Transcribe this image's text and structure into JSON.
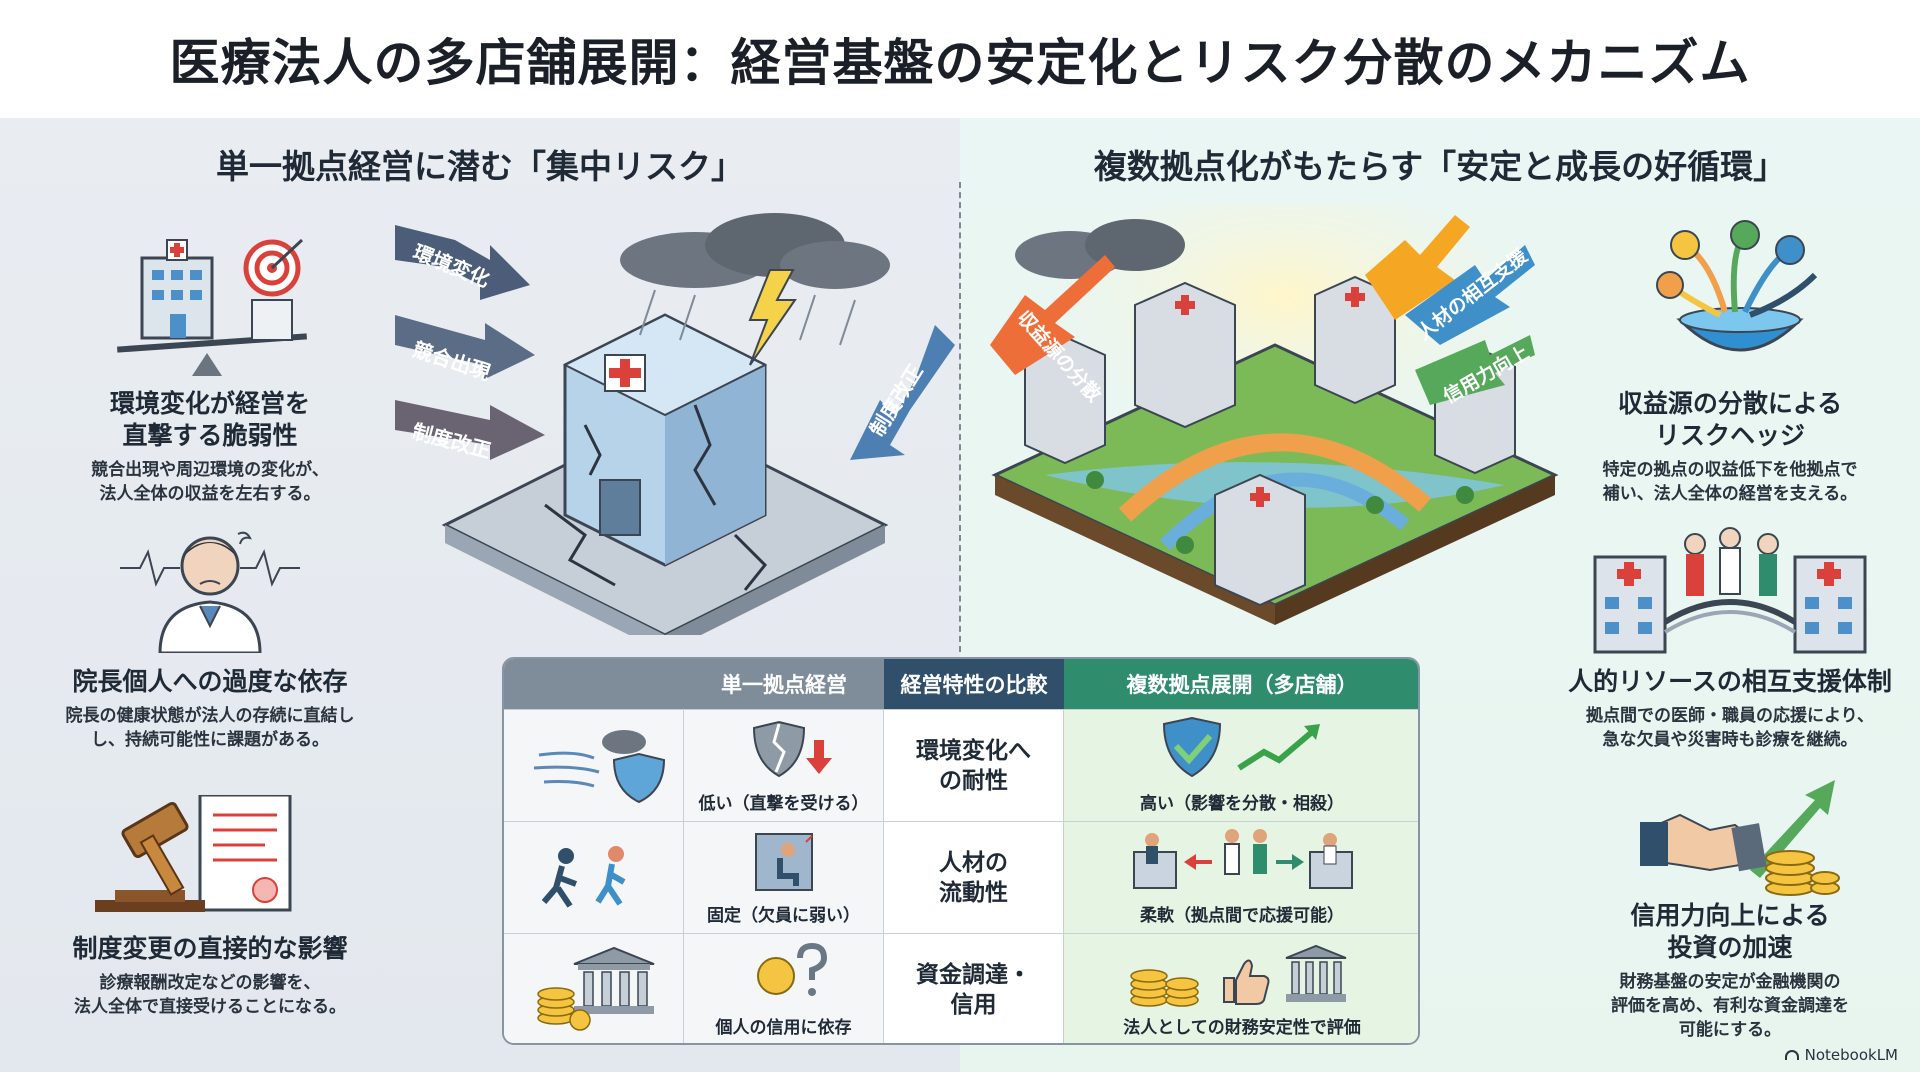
{
  "title": "医療法人の多店舗展開：経営基盤の安定化とリスク分散のメカニズム",
  "left": {
    "heading": "単一拠点経営に潜む「集中リスク」",
    "features": [
      {
        "title_line1": "環境変化が経営を",
        "title_line2": "直撃する脆弱性",
        "desc_line1": "競合出現や周辺環境の変化が、",
        "desc_line2": "法人全体の収益を左右する。"
      },
      {
        "title_line1": "院長個人への過度な依存",
        "title_line2": "",
        "desc_line1": "院長の健康状態が法人の存続に直結し",
        "desc_line2": "し、持続可能性に課題がある。"
      },
      {
        "title_line1": "制度変更の直接的な影響",
        "title_line2": "",
        "desc_line1": "診療報酬改定などの影響を、",
        "desc_line2": "法人全体で直接受けることになる。"
      }
    ],
    "arrows": [
      "環境変化",
      "競合出現",
      "制度改正",
      "制度改正"
    ]
  },
  "right": {
    "heading": "複数拠点化がもたらす「安定と成長の好循環」",
    "features": [
      {
        "title_line1": "収益源の分散による",
        "title_line2": "リスクヘッジ",
        "desc_line1": "特定の拠点の収益低下を他拠点で",
        "desc_line2": "補い、法人全体の経営を支える。"
      },
      {
        "title_line1": "人的リソースの相互支援体制",
        "title_line2": "",
        "desc_line1": "拠点間での医師・職員の応援により、",
        "desc_line2": "急な欠員や災害時も診療を継続。"
      },
      {
        "title_line1": "信用力向上による",
        "title_line2": "投資の加速",
        "desc_line1": "財務基盤の安定が金融機関の",
        "desc_line2": "評価を高め、有利な資金調達を",
        "desc_line3": "可能にする。"
      }
    ],
    "arrows": [
      "収益源の分散",
      "人材の相互支援",
      "信用力向上"
    ]
  },
  "table": {
    "headers": {
      "single": "単一拠点経営",
      "compare": "経営特性の比較",
      "multi": "複数拠点展開（多店舗）"
    },
    "rows": [
      {
        "compare_line1": "環境変化へ",
        "compare_line2": "の耐性",
        "single": "低い（直撃を受ける）",
        "multi": "高い（影響を分散・相殺）"
      },
      {
        "compare_line1": "人材の",
        "compare_line2": "流動性",
        "single": "固定（欠員に弱い）",
        "multi": "柔軟（拠点間で応援可能）"
      },
      {
        "compare_line1": "資金調達・",
        "compare_line2": "信用",
        "single": "個人の信用に依存",
        "multi": "法人としての財務安定性で評価"
      }
    ]
  },
  "brand": "NotebookLM",
  "colors": {
    "accent_green": "#2f8c6c",
    "accent_navy": "#2f4f6a",
    "header_gray": "#7f8d9b",
    "risk_red": "#d9413a"
  }
}
